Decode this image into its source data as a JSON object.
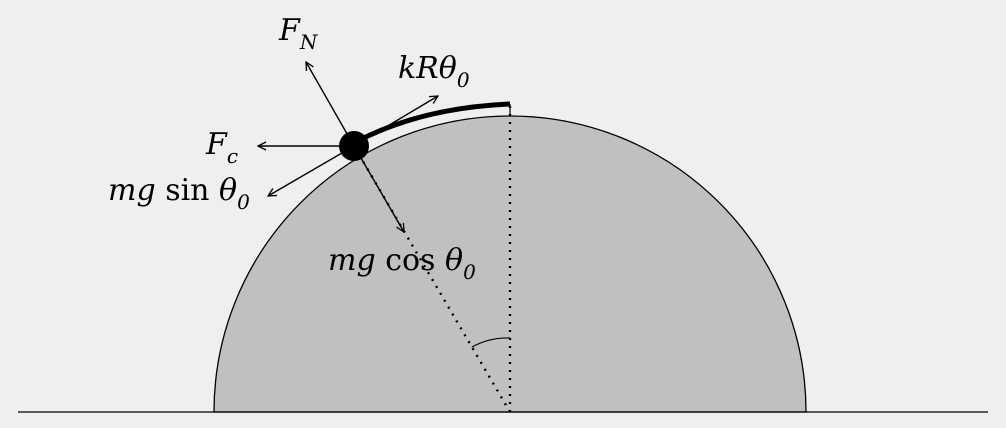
{
  "labels": {
    "normal_force": {
      "main": "F",
      "sub": "N"
    },
    "tension": {
      "main": "kRθ",
      "sub": "0"
    },
    "centripetal": {
      "main": "F",
      "sub": "c"
    },
    "tangential": {
      "pre": "mg ",
      "fn": "sin",
      "mid": " θ",
      "sub": "0"
    },
    "radial": {
      "pre": "mg ",
      "fn": "cos",
      "mid": " θ",
      "sub": "0"
    }
  },
  "colors": {
    "background": "#efefef",
    "hemisphere_fill": "#c0c0c0",
    "stroke": "#000000"
  }
}
